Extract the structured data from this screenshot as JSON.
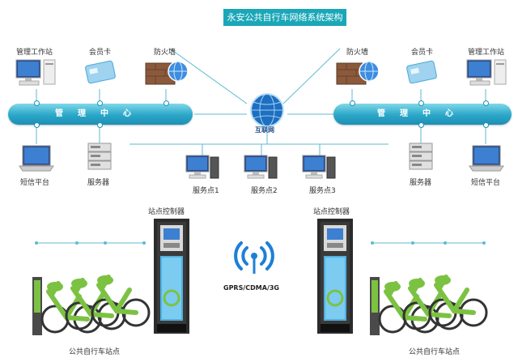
{
  "title": "永安公共自行车网络系统架构",
  "left": {
    "workstation": "管理工作站",
    "card": "会员卡",
    "firewall": "防火墙",
    "bus": "管理中心",
    "sms": "短信平台",
    "server": "服务器",
    "station_controller": "站点控制器",
    "station": "公共自行车站点"
  },
  "right": {
    "firewall": "防火墙",
    "card": "会员卡",
    "workstation": "管理工作站",
    "bus": "管理中心",
    "server": "服务器",
    "sms": "短信平台",
    "station_controller": "站点控制器",
    "station": "公共自行车站点"
  },
  "internet": "互联网",
  "service_points": [
    "服务点1",
    "服务点2",
    "服务点3"
  ],
  "wireless": "GPRS/CDMA/3G",
  "colors": {
    "accent": "#1aa7b8",
    "bus": "#2aa6c8",
    "line": "#5fb9d0",
    "bike": "#7cc242"
  }
}
